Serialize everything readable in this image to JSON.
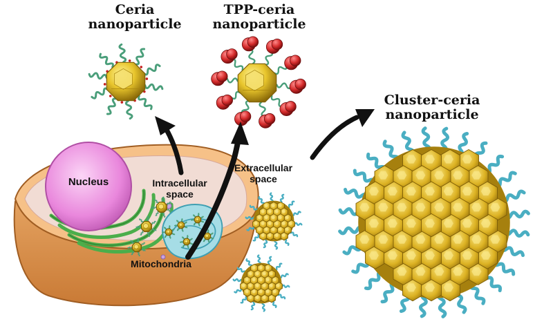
{
  "titles": {
    "ceria": [
      "Ceria",
      "nanoparticle"
    ],
    "tpp": [
      "TPP-ceria",
      "nanoparticle"
    ],
    "cluster": [
      "Cluster-ceria",
      "nanoparticle"
    ]
  },
  "labels": {
    "nucleus": "Nucleus",
    "intracellular": [
      "Intracellular",
      "space"
    ],
    "extracellular": [
      "Extracellular",
      "space"
    ],
    "mitochondria": "Mitochondria"
  },
  "colors": {
    "ceria_core": "#e8c52c",
    "polymer": "#4aaec2",
    "tpp": "#d42b2b",
    "arrow": "#111111",
    "cell_membrane": "#e9a35a",
    "cytoplasm": "#f1dcd4",
    "nucleus": "#e987dc",
    "er": "#4bae4b"
  },
  "icons": [
    "ceria-nanoparticle-icon",
    "tpp-ceria-nanoparticle-icon",
    "cluster-ceria-nanoparticle-icon",
    "cell-icon",
    "mitochondrion-icon"
  ]
}
